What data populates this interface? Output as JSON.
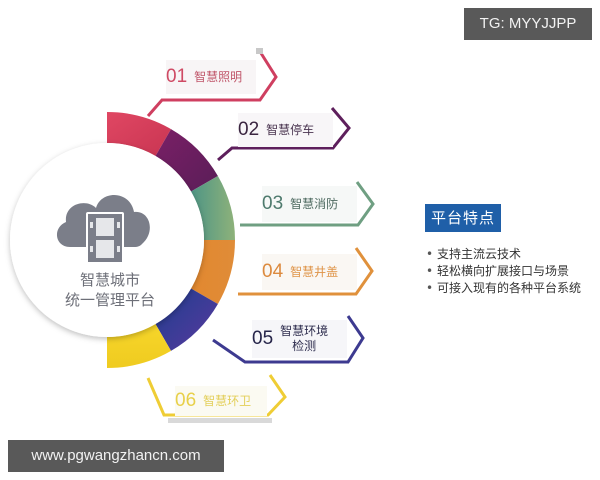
{
  "center": {
    "line1": "智慧城市",
    "line2": "统一管理平台",
    "icon": "cloud-film-icon",
    "icon_color": "#7b7e89"
  },
  "items": [
    {
      "num": "01",
      "label": "智慧照明",
      "color": "#d6405c"
    },
    {
      "num": "02",
      "label": "智慧停车",
      "color": "#6a1f5f"
    },
    {
      "num": "03",
      "label": "智慧消防",
      "color": "#5d9b80"
    },
    {
      "num": "04",
      "label": "智慧井盖",
      "color": "#e08a33"
    },
    {
      "num": "05",
      "label": "智慧环境\n检测",
      "label_line1": "智慧环境",
      "label_line2": "检测",
      "color": "#3a3592"
    },
    {
      "num": "06",
      "label": "智慧环卫",
      "color": "#f0cd28"
    }
  ],
  "features": {
    "title": "平台特点",
    "title_bg": "#1f5fa8",
    "bullets": [
      "支持主流云技术",
      "轻松横向扩展接口与场景",
      "可接入现有的各种平台系统"
    ]
  },
  "watermarks": {
    "top_right": "TG: MYYJJPP",
    "bottom_left": "www.pgwangzhancn.com"
  }
}
